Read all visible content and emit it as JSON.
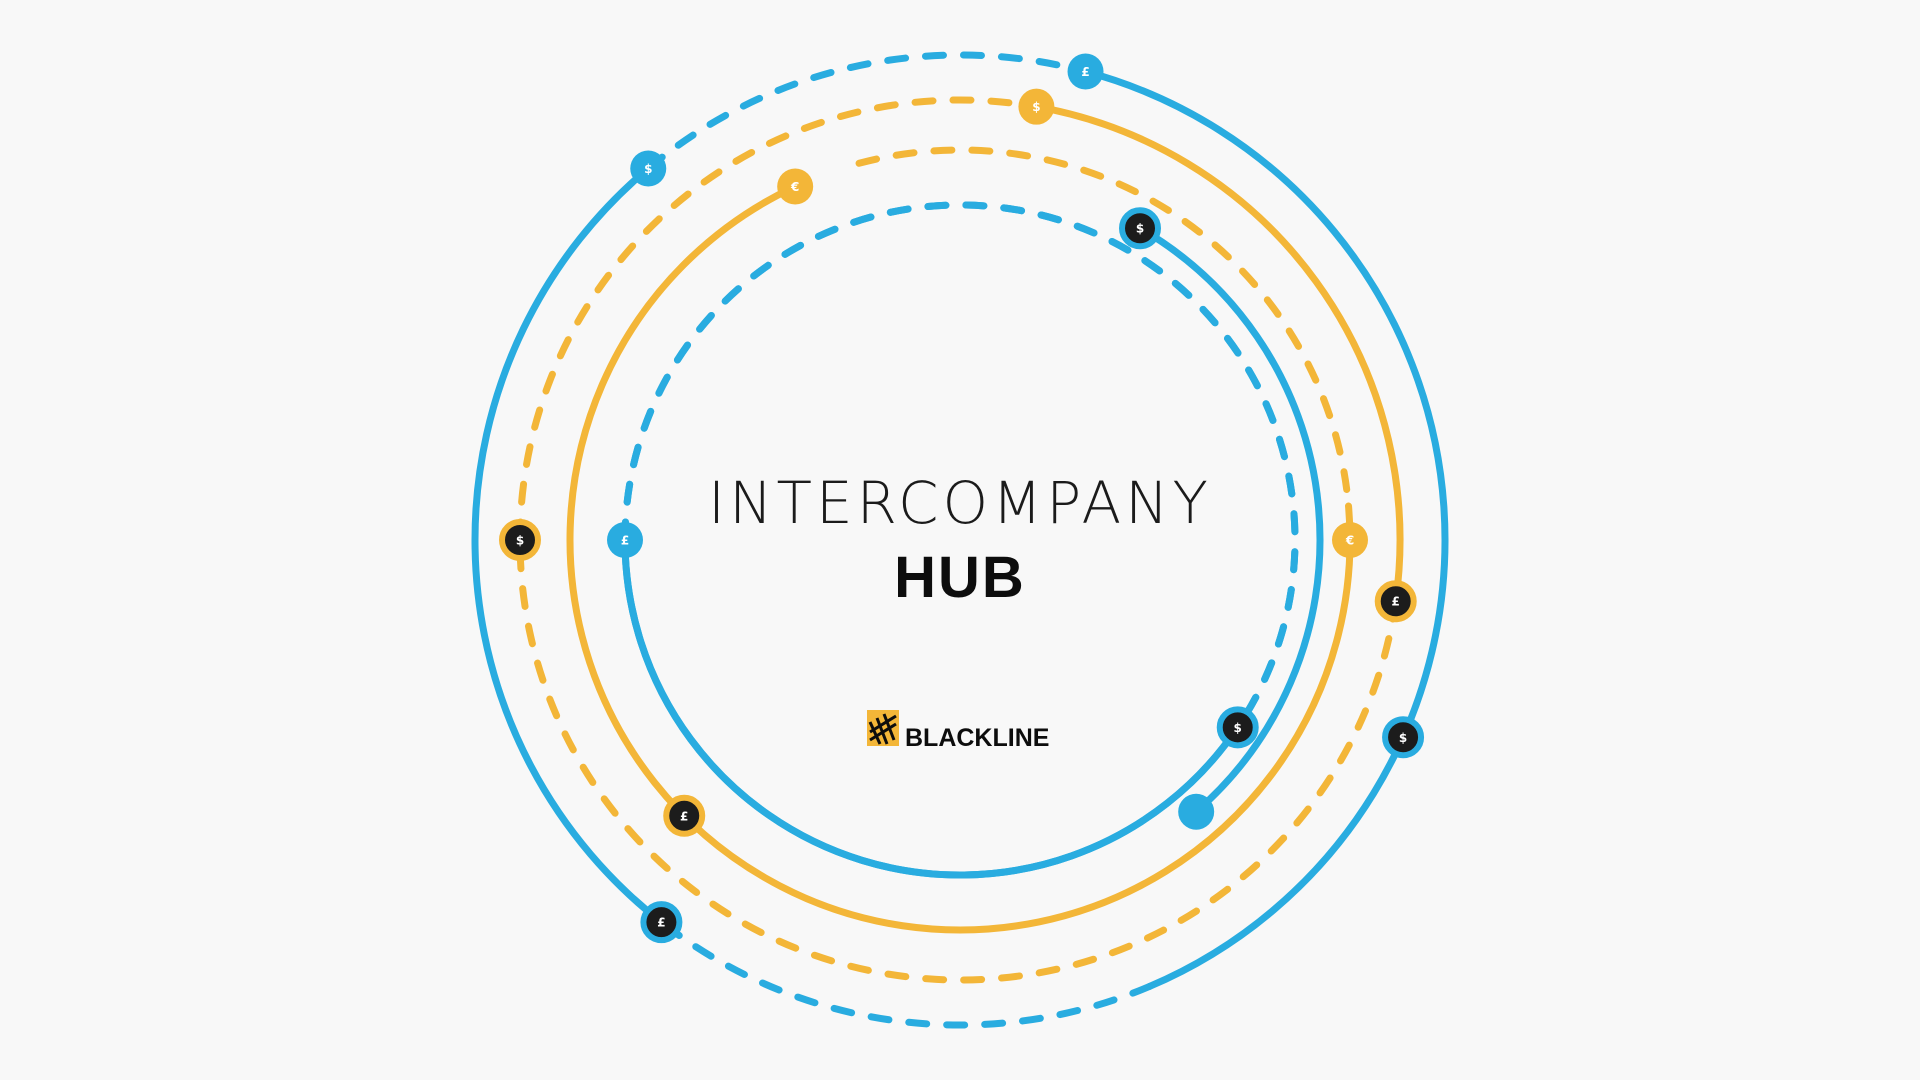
{
  "title": {
    "line1": "INTERCOMPANY",
    "line2": "HUB"
  },
  "brand": {
    "name": "BLACKLINE",
    "logo_icon": "blackline-logo-icon"
  },
  "colors": {
    "background": "#f8f8f8",
    "blue": "#29ace0",
    "gold": "#f3b638",
    "dark_coin": "#1c1c1c",
    "text": "#111111"
  },
  "coin_icons": {
    "outer_blue_top": "£",
    "outer_blue_left": "$",
    "outer_blue_right": "$",
    "outer_blue_bottom": "£",
    "outer_gold_top": "$",
    "outer_gold_left": "$",
    "outer_gold_right": "£",
    "inner_gold_top": "€",
    "inner_gold_right": "€",
    "inner_gold_bottom": "£",
    "inner_blue_top": "$",
    "inner_blue_left": "£",
    "inner_blue_bottom": "$"
  }
}
